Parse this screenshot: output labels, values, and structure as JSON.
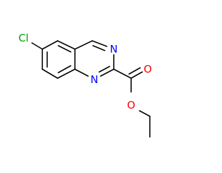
{
  "molecule": {
    "atoms": {
      "cl": {
        "label": "Cl",
        "color": "#00a000"
      },
      "n3": {
        "label": "N",
        "color": "#0000ff"
      },
      "n1": {
        "label": "N",
        "color": "#0000ff"
      },
      "o_carbonyl": {
        "label": "O",
        "color": "#ff0000"
      },
      "o_ester": {
        "label": "O",
        "color": "#ff0000"
      }
    },
    "bond_color": "#000000"
  }
}
